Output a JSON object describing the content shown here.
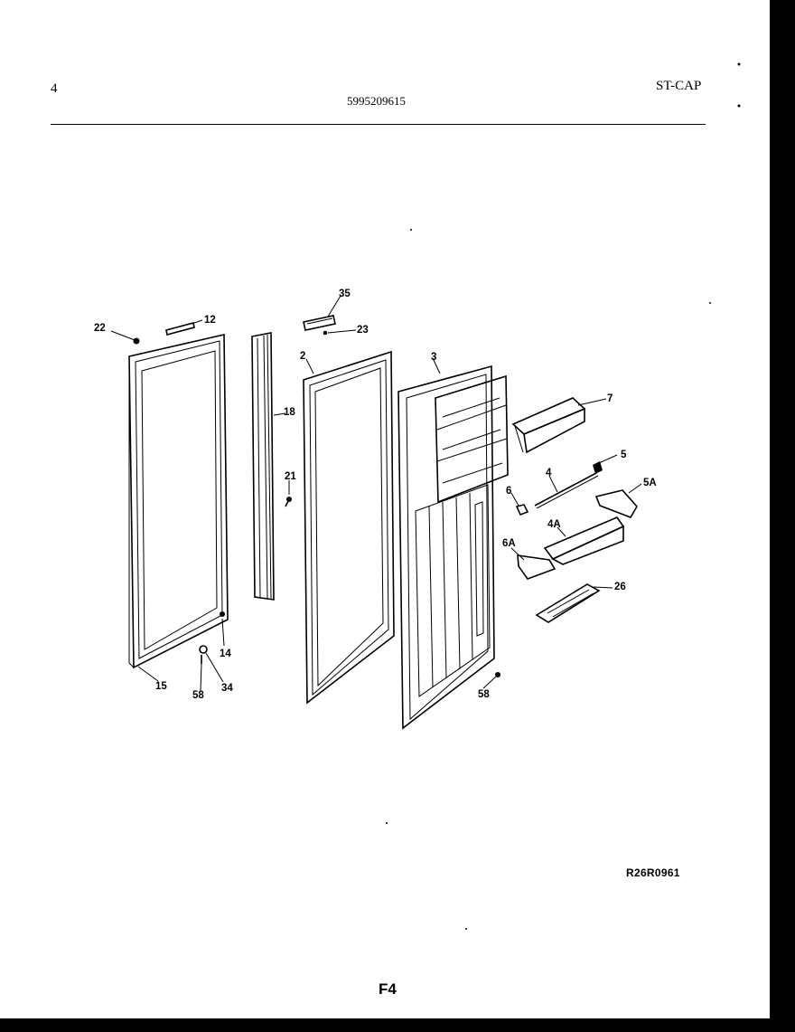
{
  "header": {
    "page_number": "4",
    "document_number": "5995209615",
    "model_code": "ST-CAP"
  },
  "parts": {
    "p2": "2",
    "p3": "3",
    "p4": "4",
    "p4a": "4A",
    "p5": "5",
    "p5a": "5A",
    "p6": "6",
    "p6a": "6A",
    "p7": "7",
    "p12": "12",
    "p14": "14",
    "p15": "15",
    "p18": "18",
    "p21": "21",
    "p22": "22",
    "p23": "23",
    "p26": "26",
    "p34": "34",
    "p35": "35",
    "p58a": "58",
    "p58b": "58"
  },
  "footer": {
    "drawing_id": "R26R0961",
    "figure_id": "F4"
  }
}
